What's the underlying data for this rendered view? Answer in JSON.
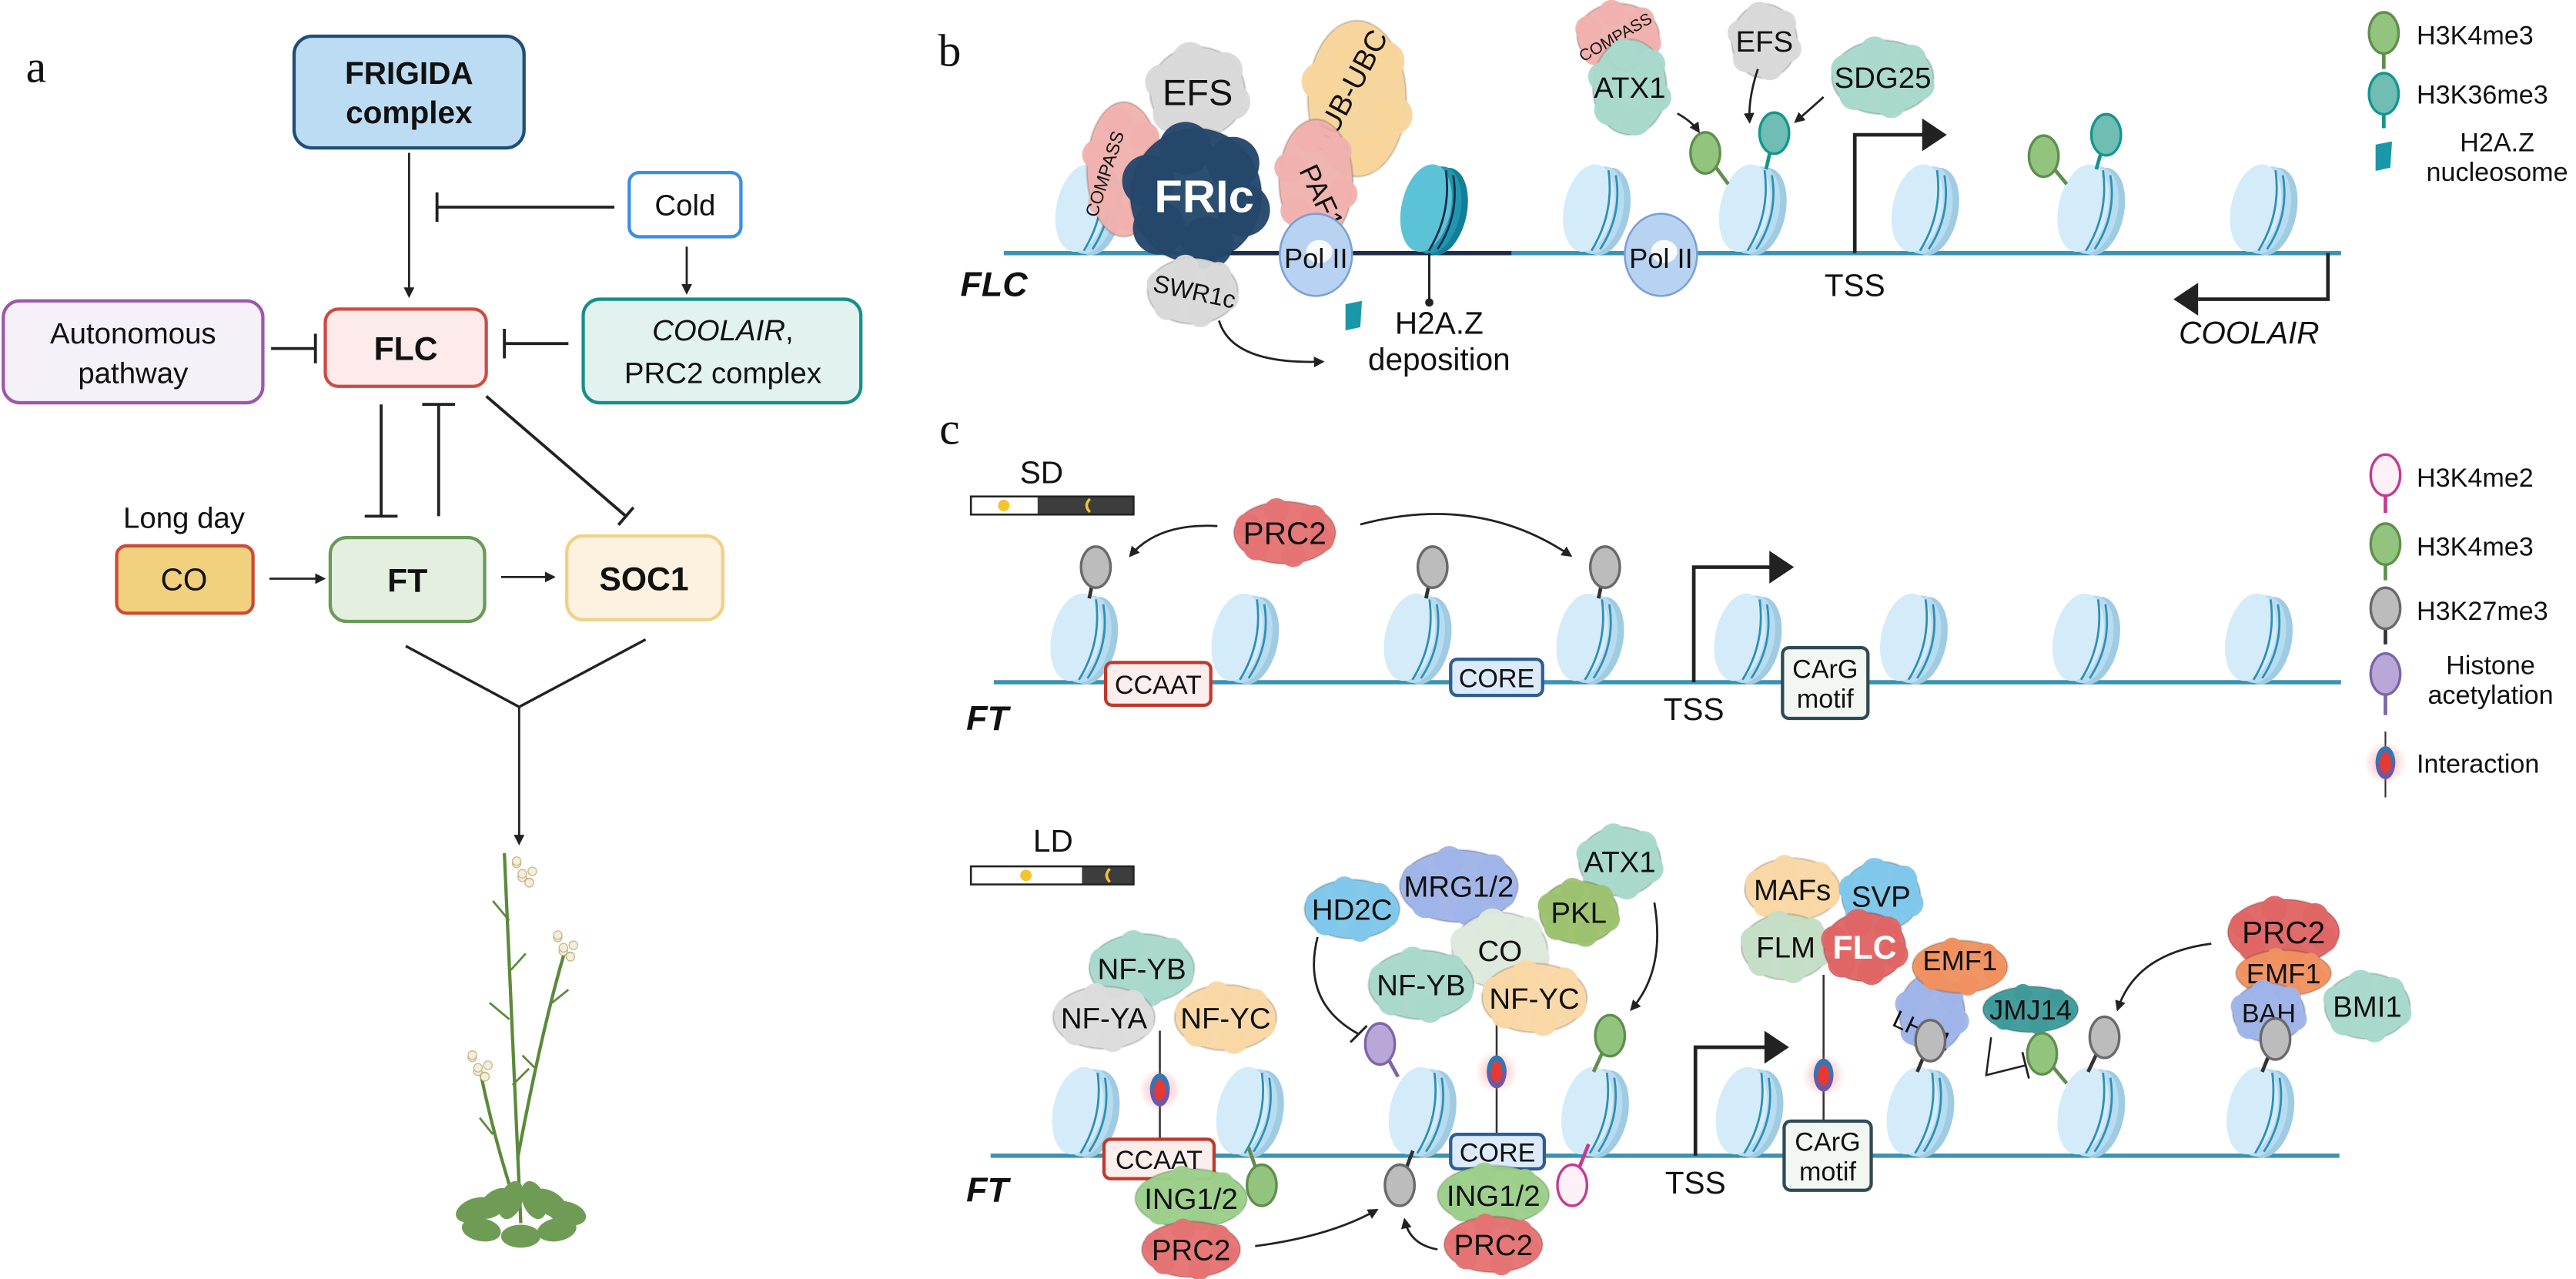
{
  "panel_a": {
    "label": "a",
    "frigida": [
      "FRIGIDA",
      "complex"
    ],
    "cold": "Cold",
    "autonomous": [
      "Autonomous",
      "pathway"
    ],
    "flc": "FLC",
    "coolair": "COOLAIR",
    "coolair_comma": ",",
    "prc2_complex": "PRC2 complex",
    "long_day": "Long day",
    "co": "CO",
    "ft": "FT",
    "soc1": "SOC1"
  },
  "panel_b": {
    "label": "b",
    "gene": "FLC",
    "tss": "TSS",
    "coolair": "COOLAIR",
    "h2az_deposition": [
      "H2A.Z",
      "deposition"
    ],
    "proteins": [
      {
        "label": "EFS",
        "color": "#d9d9d9"
      },
      {
        "label": "HUB-UBC",
        "color": "#f7d49b"
      },
      {
        "label": "COMPASS",
        "color": "#f0b1ae"
      },
      {
        "label": "PAF1c",
        "color": "#f0b1ae"
      },
      {
        "label": "FRIc",
        "color": "#24476b"
      },
      {
        "label": "Pol II",
        "color": "#b8d2f2"
      },
      {
        "label": "SWR1c",
        "color": "#d9d9d9"
      },
      {
        "label": "COMPASS",
        "color": "#f0b1ae"
      },
      {
        "label": "ATX1",
        "color": "#a8d8cc"
      },
      {
        "label": "EFS",
        "color": "#d9d9d9"
      },
      {
        "label": "SDG25",
        "color": "#a8d8cc"
      },
      {
        "label": "Pol II",
        "color": "#b8d2f2"
      }
    ],
    "legend": [
      {
        "label": "H3K4me3",
        "icon": "green-lollipop"
      },
      {
        "label": "H3K36me3",
        "icon": "teal-lollipop"
      },
      {
        "label": [
          "H2A.Z",
          "nucleosome"
        ],
        "icon": "h2az-nucleosome"
      }
    ]
  },
  "panel_c": {
    "label": "c",
    "sd": {
      "day_label": "SD",
      "gene": "FT",
      "tss": "TSS",
      "motifs": [
        "CCAAT",
        "CORE"
      ],
      "carg": [
        "CArG",
        "motif"
      ],
      "proteins": [
        {
          "label": "PRC2",
          "color": "#e57373"
        }
      ]
    },
    "ld": {
      "day_label": "LD",
      "gene": "FT",
      "tss": "TSS",
      "motifs": [
        "CCAAT",
        "CORE"
      ],
      "carg": [
        "CArG",
        "motif"
      ],
      "proteins": [
        {
          "label": "NF-YB",
          "color": "#a8d8cc"
        },
        {
          "label": "NF-YA",
          "color": "#dcdcdc"
        },
        {
          "label": "NF-YC",
          "color": "#f9d7a6"
        },
        {
          "label": "ING1/2",
          "color": "#9ccf8a"
        },
        {
          "label": "PRC2",
          "color": "#e57373"
        },
        {
          "label": "HD2C",
          "color": "#7fc7ea"
        },
        {
          "label": "MRG1/2",
          "color": "#9fb4e8"
        },
        {
          "label": "ATX1",
          "color": "#a8d8cc"
        },
        {
          "label": "PKL",
          "color": "#9dc26f"
        },
        {
          "label": "CO",
          "color": "#dde9dc"
        },
        {
          "label": "NF-YB",
          "color": "#a8d8cc"
        },
        {
          "label": "NF-YC",
          "color": "#f9d7a6"
        },
        {
          "label": "ING1/2",
          "color": "#9ccf8a"
        },
        {
          "label": "PRC2",
          "color": "#e57373"
        },
        {
          "label": "MAFs",
          "color": "#f9d7a6"
        },
        {
          "label": "SVP",
          "color": "#7fc7ea"
        },
        {
          "label": "FLM",
          "color": "#c5dec6"
        },
        {
          "label": "FLC",
          "color": "#e06666"
        },
        {
          "label": "LHP1",
          "color": "#9fb4e8"
        },
        {
          "label": "EMF1",
          "color": "#f0915f"
        },
        {
          "label": "JMJ14",
          "color": "#3f9a9a"
        },
        {
          "label": "PRC2",
          "color": "#e06666"
        },
        {
          "label": "EMF1",
          "color": "#f0915f"
        },
        {
          "label": "BAH",
          "color": "#9fb4e8"
        },
        {
          "label": "BMI1",
          "color": "#a8d8cc"
        }
      ]
    },
    "legend": [
      {
        "label": "H3K4me2",
        "icon": "pink-open-lollipop"
      },
      {
        "label": "H3K4me3",
        "icon": "green-lollipop"
      },
      {
        "label": "H3K27me3",
        "icon": "gray-lollipop"
      },
      {
        "label": [
          "Histone",
          "acetylation"
        ],
        "icon": "purple-lollipop"
      },
      {
        "label": "Interaction",
        "icon": "interaction-icon"
      }
    ]
  },
  "colors": {
    "dna": "#3a93b0",
    "nucleosome": "#d4ecfa",
    "h2az_nucleosome": "#2aa6bf",
    "h3k4me3": "#93c47d",
    "h3k36me3": "#6fbdb3",
    "h3k27me3": "#bcbcbc",
    "acetylation": "#b9a7d8",
    "h3k4me2": "#c43b92",
    "interaction": "#e53935"
  }
}
